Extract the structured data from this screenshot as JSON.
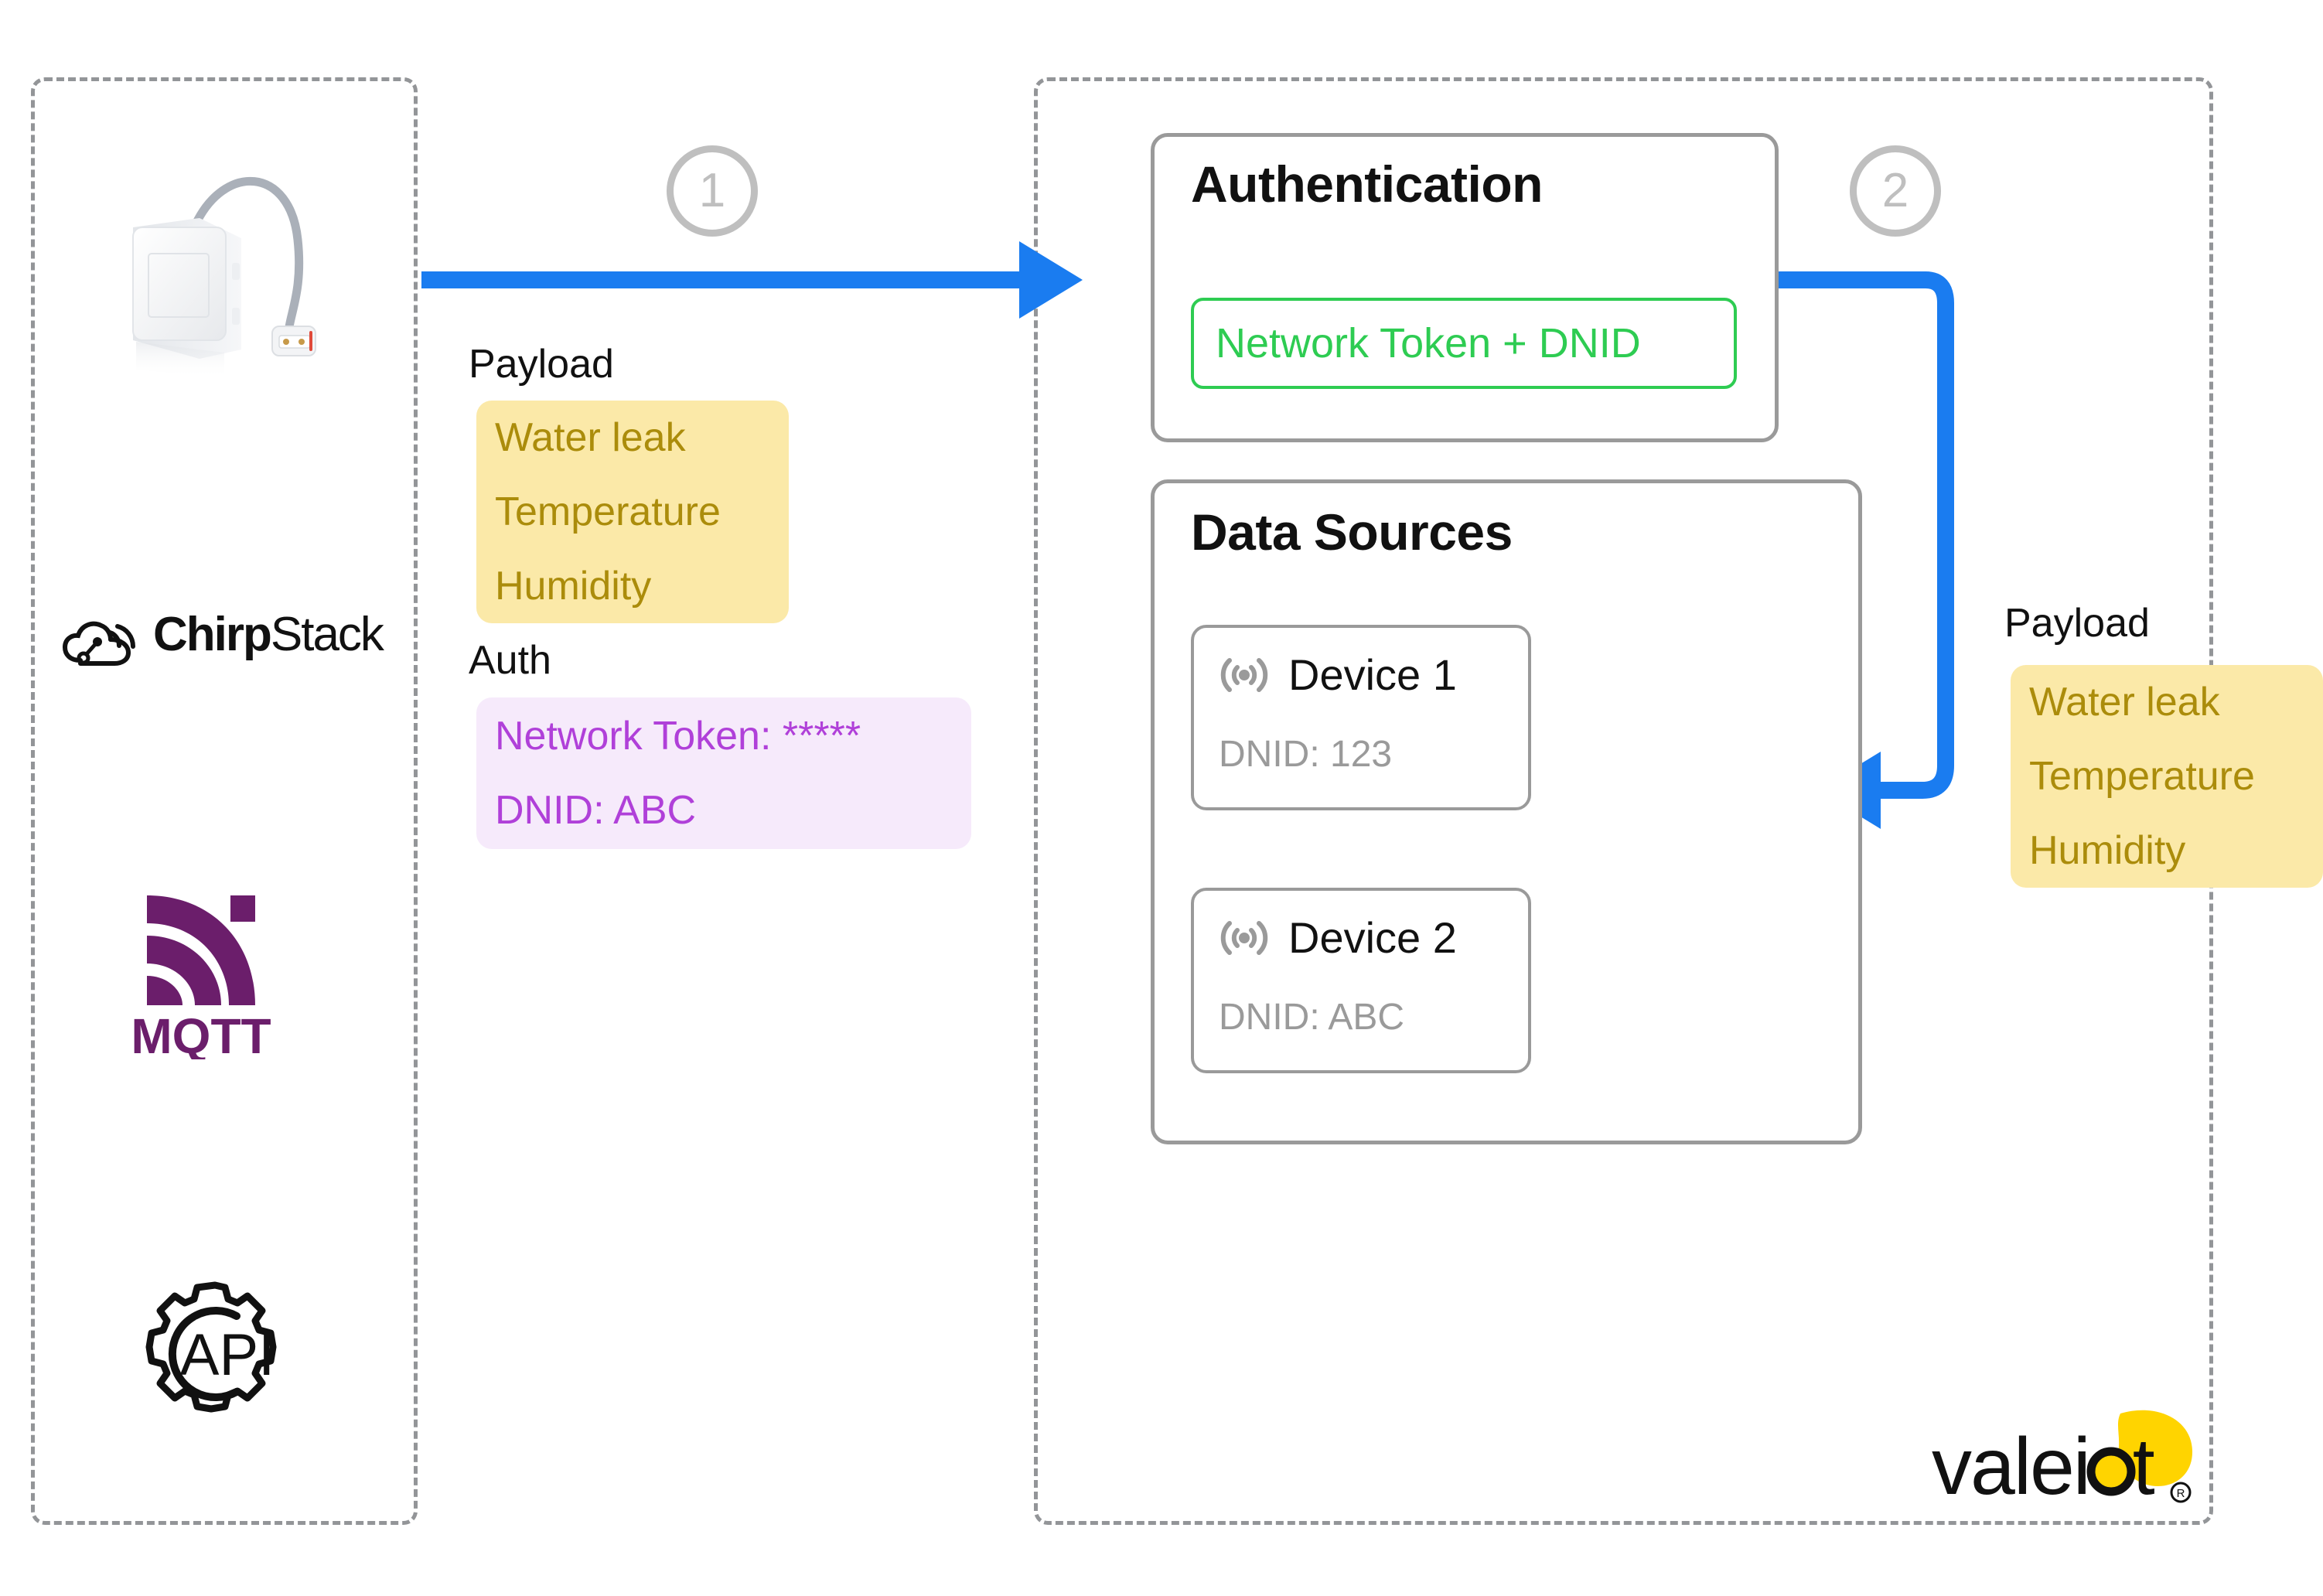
{
  "diagram": {
    "title": "Device data ingestion and authentication flow",
    "accent_blue": "#1A7CF0",
    "yellow_chip_bg": "#FBE9A8",
    "yellow_chip_text": "#AB8C0B",
    "purple_chip_bg": "#F6EAFB",
    "purple_chip_text": "#B040D9",
    "green": "#2ECC52",
    "grey_border": "#9A9A9A",
    "dashed_border": "#939598"
  },
  "steps": [
    {
      "number": "1"
    },
    {
      "number": "2"
    }
  ],
  "left_zone": {
    "device_photo_alt": "water-leak-sensor-photo",
    "integrations": [
      {
        "name": "chirpstack-logo",
        "text_bold": "Chirp",
        "text_light": "Stack"
      },
      {
        "name": "mqtt-logo",
        "text": "MQTT"
      },
      {
        "name": "api-logo",
        "text": "API"
      }
    ],
    "payload": {
      "label": "Payload",
      "items": [
        "Water leak",
        "Temperature",
        "Humidity"
      ]
    },
    "auth": {
      "label": "Auth",
      "items": [
        "Network Token: *****",
        "DNID: ABC"
      ]
    }
  },
  "right_zone": {
    "authentication": {
      "title": "Authentication",
      "token_chip": "Network Token + DNID"
    },
    "data_sources": {
      "title": "Data Sources",
      "devices": [
        {
          "icon": "broadcast-icon",
          "name": "Device 1",
          "dnid": "DNID: 123"
        },
        {
          "icon": "broadcast-icon",
          "name": "Device 2",
          "dnid": "DNID: ABC"
        }
      ]
    },
    "payload": {
      "label": "Payload",
      "items": [
        "Water leak",
        "Temperature",
        "Humidity"
      ]
    },
    "brand": {
      "name": "valeiot",
      "mark": "registered"
    }
  }
}
